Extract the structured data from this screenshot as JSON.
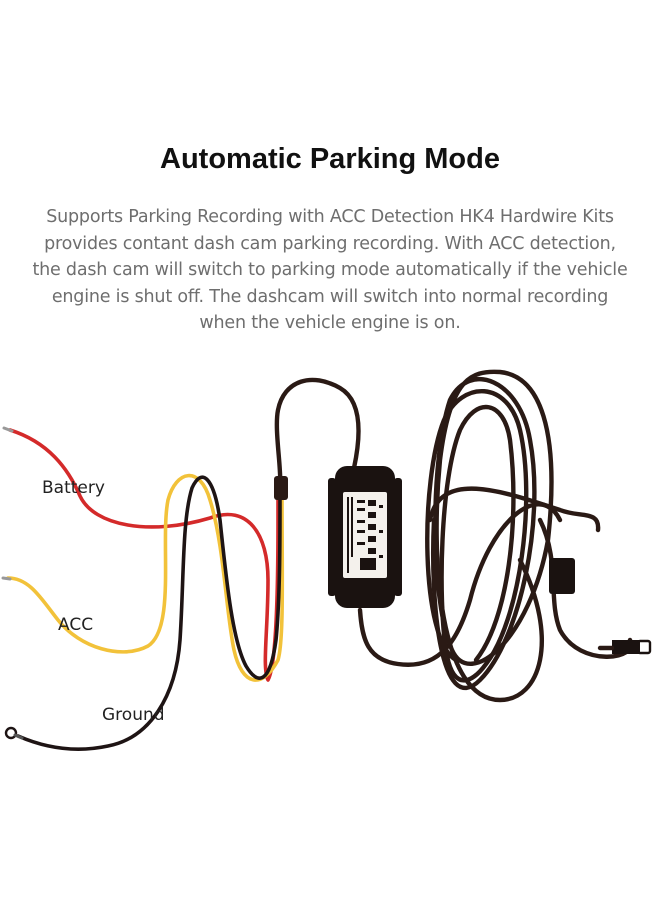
{
  "heading": "Automatic Parking Mode",
  "description": [
    "Supports Parking Recording with ACC Detection HK4 Hardwire Kits",
    "provides contant dash cam parking recording. With ACC detection,",
    "the dash cam will switch to parking mode automatically if the vehicle",
    "engine is shut off. The dashcam will switch into normal recording",
    "when the vehicle engine is on."
  ],
  "labels": {
    "battery": "Battery",
    "acc": "ACC",
    "ground": "Ground"
  },
  "colors": {
    "battery_wire": "#d42a2a",
    "acc_wire": "#f2c23a",
    "ground_wire": "#1e1414",
    "cable": "#2a1a15",
    "module": "#1a1210"
  }
}
